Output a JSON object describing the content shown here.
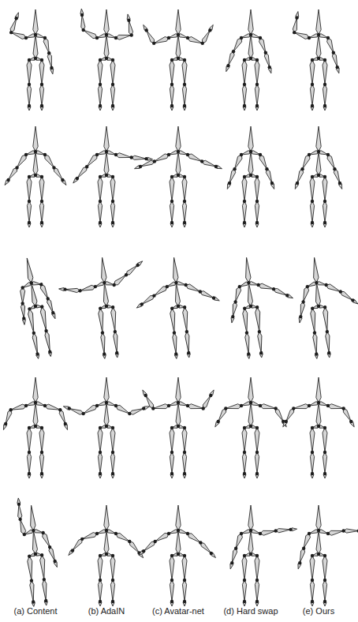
{
  "diagram": {
    "labels": [
      "(a) Content",
      "(b) AdaIN",
      "(c) Avatar-net",
      "(d) Hard swap",
      "(e) Ours"
    ]
  }
}
